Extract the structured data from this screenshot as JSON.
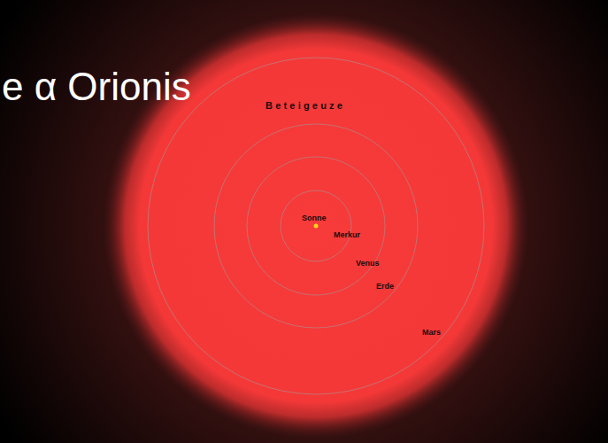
{
  "diagram": {
    "title": "e α Orionis",
    "labels": [
      "Beteigeuze",
      "Sonne",
      "Merkur",
      "Venus",
      "Erde",
      "Mars"
    ]
  }
}
